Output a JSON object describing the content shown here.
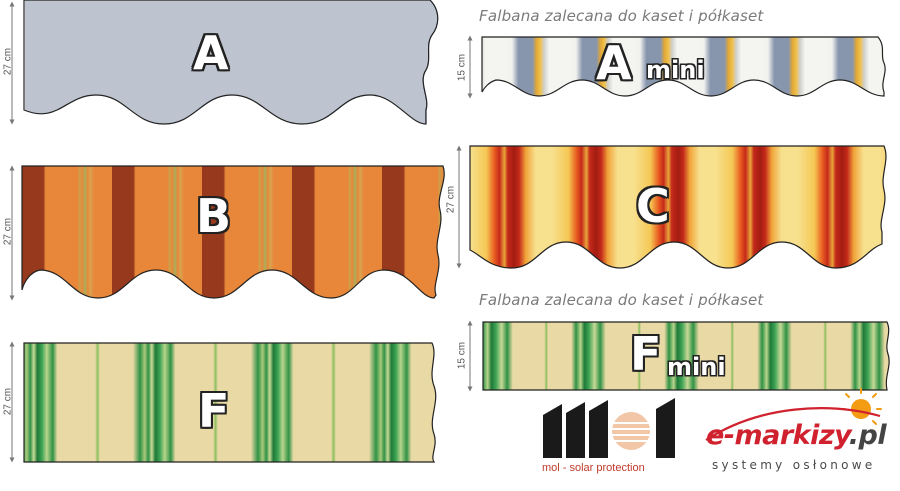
{
  "notes": {
    "top": "Falbana zalecana do kaset i półkaset",
    "bottom": "Falbana zalecana do kaset i półkaset"
  },
  "dimensions": {
    "a": "27 cm",
    "b": "27 cm",
    "f": "27 cm",
    "a_mini": "15 cm",
    "c": "27 cm",
    "f_mini": "15 cm"
  },
  "swatches": {
    "a": {
      "letter": "A",
      "suffix": ""
    },
    "b": {
      "letter": "B",
      "suffix": ""
    },
    "f": {
      "letter": "F",
      "suffix": ""
    },
    "a_mini": {
      "letter": "A",
      "suffix": "mini"
    },
    "c": {
      "letter": "C",
      "suffix": ""
    },
    "f_mini": {
      "letter": "F",
      "suffix": "mini"
    }
  },
  "logos": {
    "mol": {
      "caption": "mol - solar protection"
    },
    "emarkizy": {
      "name_prefix": "e-markizy",
      "name_suffix": ".pl",
      "tagline": "systemy osłonowe"
    }
  },
  "colors": {
    "stripe_blue": "#8795ad",
    "stripe_white": "#f1f1ee",
    "stripe_yellow": "#f0c046",
    "orange": "#e8873a",
    "rust": "#97391c",
    "red": "#c42a1a",
    "pale_yellow": "#f7e08e",
    "green": "#2f9245",
    "beige": "#e9d9a4",
    "mol_red": "#c0392b",
    "em_red": "#d0212e",
    "em_dark": "#444444",
    "sun_orange": "#f39c12"
  },
  "icons": [
    "measure-arrow-icon",
    "sun-icon",
    "mol-logo-icon"
  ]
}
